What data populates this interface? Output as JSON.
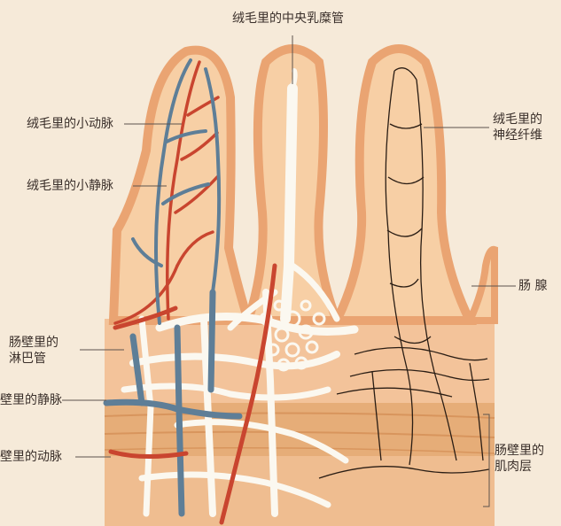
{
  "labels": {
    "villus_lacteal": "绒毛里的中央乳糜管",
    "villus_arteriole": "绒毛里的小动脉",
    "villus_venule": "绒毛里的小静脉",
    "villus_nerve": [
      "绒毛里的",
      "神经纤维"
    ],
    "intestinal_gland": "肠 腺",
    "wall_lymph": [
      "肠壁里的",
      "淋巴管"
    ],
    "wall_vein": "壁里的静脉",
    "wall_artery": "壁里的动脉",
    "wall_muscle": [
      "肠壁里的",
      "肌肉层"
    ]
  },
  "colors": {
    "background": "#f6ead9",
    "tissue": "#f4c9a0",
    "tissue_edge": "#e8a673",
    "artery": "#c9452f",
    "vein": "#5e7e97",
    "lymph": "#fbf8f0",
    "nerve": "#2a1d14",
    "muscle": "#e2a46b"
  }
}
